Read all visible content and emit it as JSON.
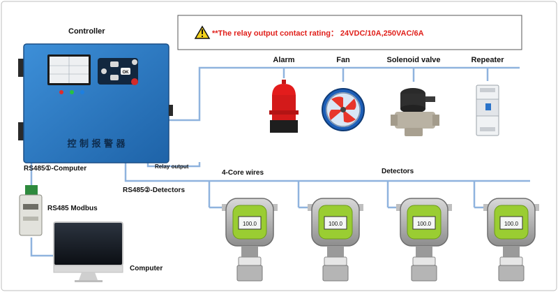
{
  "notice": {
    "prefix": "**The relay output contact rating：",
    "rating": "24VDC/10A,250VAC/6A"
  },
  "controller": {
    "label": "Controller",
    "panel_text": "控 制 报 警 器",
    "button_label": "OK",
    "rs485_1": "RS485①-Computer",
    "rs485_2": "RS485②-Detectors",
    "relay_output": "Relay output"
  },
  "devices": {
    "alarm": "Alarm",
    "fan": "Fan",
    "solenoid_valve": "Solenoid valve",
    "repeater": "Repeater"
  },
  "wiring": {
    "four_core": "4-Core wires",
    "detectors": "Detectors"
  },
  "converter": {
    "label": "RS485 Modbus"
  },
  "computer": {
    "label": "Computer"
  },
  "detectors": [
    {
      "reading": "100.0"
    },
    {
      "reading": "100.0"
    },
    {
      "reading": "100.0"
    },
    {
      "reading": "100.0"
    }
  ],
  "colors": {
    "wire": "#8fb3de",
    "controller": "#2a79c4",
    "warning_text": "#e0201b"
  }
}
